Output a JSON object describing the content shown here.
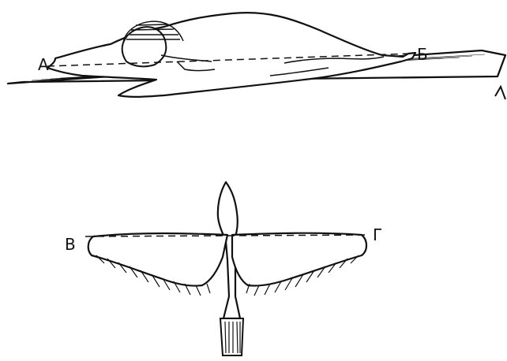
{
  "figure": {
    "top_view": {
      "labels": {
        "start": "А",
        "end": "Б"
      }
    },
    "bottom_view": {
      "labels": {
        "left": "В",
        "right": "Г"
      }
    }
  },
  "colors": {
    "ink": "#111111",
    "paper": "#ffffff"
  }
}
